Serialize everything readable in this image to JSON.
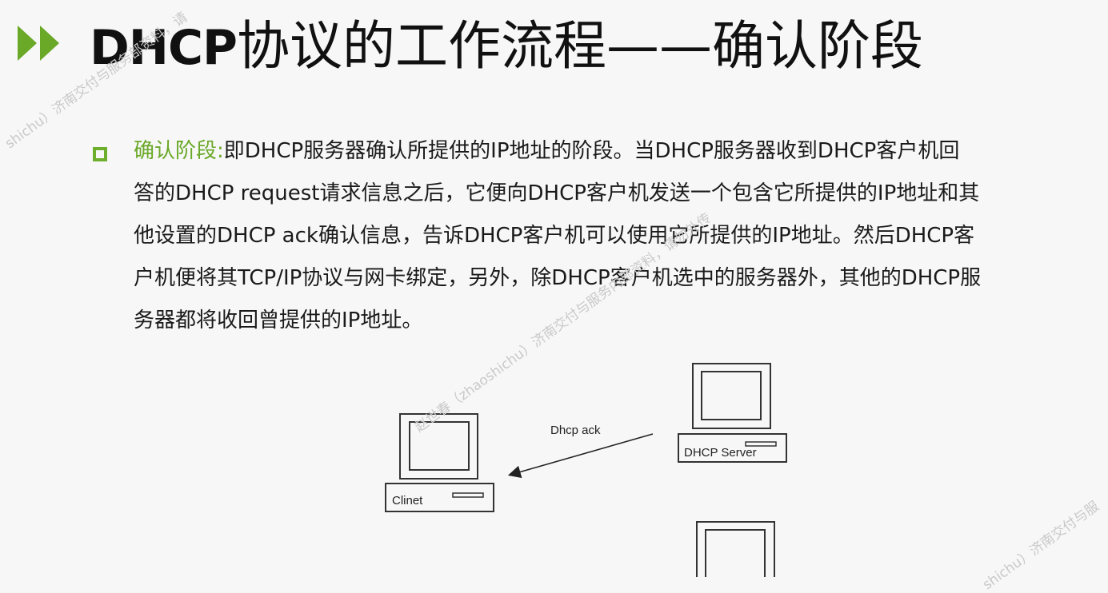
{
  "slide": {
    "title_dhcp": "DHCP",
    "title_rest": "协议的工作流程——确认阶段",
    "paragraph": {
      "term": "确认阶段:",
      "lines": [
        "即DHCP服务器确认所提供的IP地址的阶段。当DHCP服务器收到DHCP客户机回",
        "答的DHCP request请求信息之后，它便向DHCP客户机发送一个包含它所提供的IP地址和其",
        "他设置的DHCP ack确认信息，告诉DHCP客户机可以使用它所提供的IP地址。然后DHCP客",
        "户机便将其TCP/IP协议与网卡绑定，另外，除DHCP客户机选中的服务器外，其他的DHCP服",
        "务器都将收回曾提供的IP地址。"
      ]
    }
  },
  "diagram": {
    "client_label": "Clinet",
    "server_label": "DHCP Server",
    "arrow_label": "Dhcp ack"
  },
  "watermarks": [
    "shichu）济南交付与服务部资料，请",
    "赵世春（zhaoshichu）济南交付与服务内部资料，请勿外传",
    "shichu）济南交付与服"
  ],
  "colors": {
    "accent": "#6aa828",
    "text": "#1a1a1a",
    "background": "#f7f7f7"
  },
  "icons": {
    "title_icon": "double-chevron-right-icon",
    "bullet": "hollow-square-bullet-icon"
  }
}
